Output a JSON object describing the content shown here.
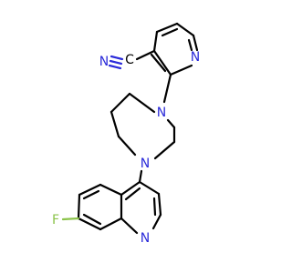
{
  "molecule": {
    "atoms": {
      "nitrile_n": {
        "text": "N",
        "color": "#2b2bd9"
      },
      "nitrile_c": {
        "text": "C",
        "color": "#000000"
      },
      "pyridine_n": {
        "text": "N",
        "color": "#2b2bd9"
      },
      "diazepane_n1": {
        "text": "N",
        "color": "#2b2bd9"
      },
      "diazepane_n4": {
        "text": "N",
        "color": "#2b2bd9"
      },
      "quinoline_n": {
        "text": "N",
        "color": "#2b2bd9"
      },
      "fluorine": {
        "text": "F",
        "color": "#8bc34a"
      }
    }
  }
}
